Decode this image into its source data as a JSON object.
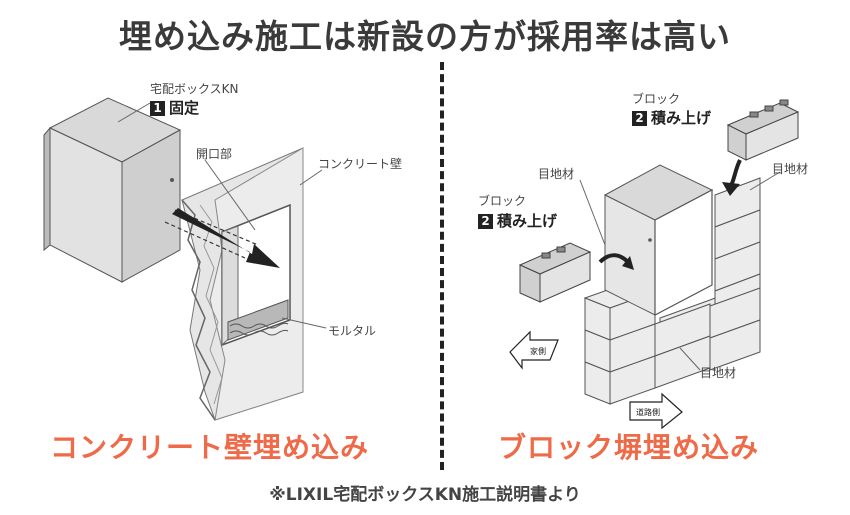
{
  "title": "埋め込み施工は新設の方が採用率は高い",
  "left": {
    "product_label": "宅配ボックスKN",
    "step_num": "1",
    "step_label": "固定",
    "opening_label": "開口部",
    "wall_label": "コンクリート壁",
    "mortar_label": "モルタル",
    "caption": "コンクリート壁埋め込み"
  },
  "right": {
    "block_label_top": "ブロック",
    "step_top_num": "2",
    "step_top_label": "積み上げ",
    "joint_label_top": "目地材",
    "joint_label_left": "目地材",
    "block_label_left": "ブロック",
    "step_left_num": "2",
    "step_left_label": "積み上げ",
    "joint_label_bottom": "目地材",
    "dir_inside": "家側",
    "dir_road": "道路側",
    "caption": "ブロック塀埋め込み"
  },
  "source": "※LIXIL宅配ボックスKN施工説明書より",
  "colors": {
    "caption": "#ee6a48",
    "title": "#3a3a3a"
  }
}
